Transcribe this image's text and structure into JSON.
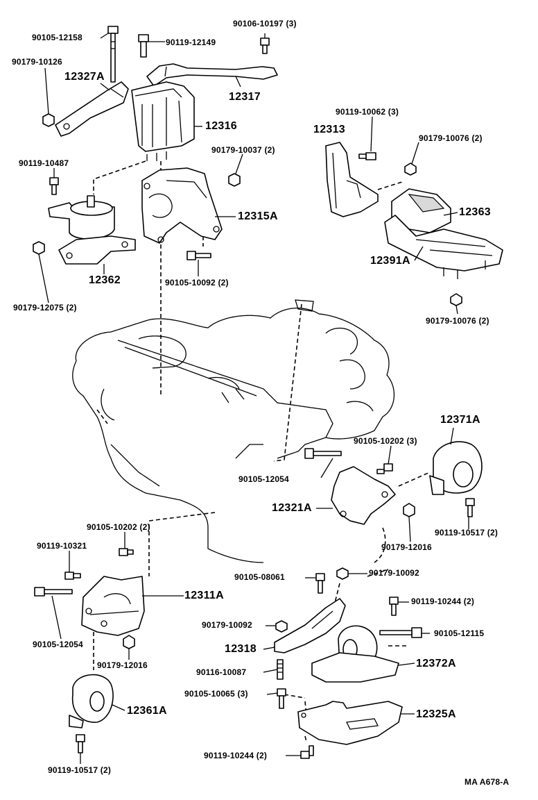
{
  "diagram": {
    "reference_code": "MA A678-A",
    "labels": [
      {
        "id": "l1",
        "text": "90105-12158",
        "size": "sm"
      },
      {
        "id": "l2",
        "text": "90119-12149",
        "size": "sm"
      },
      {
        "id": "l3",
        "text": "90106-10197 (3)",
        "size": "sm"
      },
      {
        "id": "l4",
        "text": "90179-10126",
        "size": "sm"
      },
      {
        "id": "l5",
        "text": "12327A",
        "size": "lg"
      },
      {
        "id": "l6",
        "text": "12317",
        "size": "lg"
      },
      {
        "id": "l7",
        "text": "12316",
        "size": "lg"
      },
      {
        "id": "l8",
        "text": "90119-10062 (3)",
        "size": "sm"
      },
      {
        "id": "l9",
        "text": "12313",
        "size": "lg"
      },
      {
        "id": "l10",
        "text": "90179-10076 (2)",
        "size": "sm"
      },
      {
        "id": "l11",
        "text": "90179-10037 (2)",
        "size": "sm"
      },
      {
        "id": "l12",
        "text": "90119-10487",
        "size": "sm"
      },
      {
        "id": "l13",
        "text": "12363",
        "size": "lg"
      },
      {
        "id": "l14",
        "text": "12315A",
        "size": "lg"
      },
      {
        "id": "l15",
        "text": "12391A",
        "size": "lg"
      },
      {
        "id": "l16",
        "text": "12362",
        "size": "lg"
      },
      {
        "id": "l17",
        "text": "90105-10092 (2)",
        "size": "sm"
      },
      {
        "id": "l18",
        "text": "90179-12075 (2)",
        "size": "sm"
      },
      {
        "id": "l19",
        "text": "90179-10076 (2)",
        "size": "sm"
      },
      {
        "id": "l20",
        "text": "12371A",
        "size": "lg"
      },
      {
        "id": "l21",
        "text": "90105-10202 (3)",
        "size": "sm"
      },
      {
        "id": "l22",
        "text": "90105-12054",
        "size": "sm"
      },
      {
        "id": "l23",
        "text": "12321A",
        "size": "lg"
      },
      {
        "id": "l24",
        "text": "90119-10517 (2)",
        "size": "sm"
      },
      {
        "id": "l25",
        "text": "90105-10202 (2)",
        "size": "sm"
      },
      {
        "id": "l26",
        "text": "90179-12016",
        "size": "sm"
      },
      {
        "id": "l27",
        "text": "90119-10321",
        "size": "sm"
      },
      {
        "id": "l28",
        "text": "90105-08061",
        "size": "sm"
      },
      {
        "id": "l29",
        "text": "90179-10092",
        "size": "sm"
      },
      {
        "id": "l30",
        "text": "12311A",
        "size": "lg"
      },
      {
        "id": "l31",
        "text": "90119-10244 (2)",
        "size": "sm"
      },
      {
        "id": "l32",
        "text": "90179-10092",
        "size": "sm"
      },
      {
        "id": "l33",
        "text": "90105-12115",
        "size": "sm"
      },
      {
        "id": "l34",
        "text": "90105-12054",
        "size": "sm"
      },
      {
        "id": "l35",
        "text": "12318",
        "size": "lg"
      },
      {
        "id": "l36",
        "text": "90179-12016",
        "size": "sm"
      },
      {
        "id": "l37",
        "text": "90116-10087",
        "size": "sm"
      },
      {
        "id": "l38",
        "text": "12372A",
        "size": "lg"
      },
      {
        "id": "l39",
        "text": "90105-10065 (3)",
        "size": "sm"
      },
      {
        "id": "l40",
        "text": "12361A",
        "size": "lg"
      },
      {
        "id": "l41",
        "text": "12325A",
        "size": "lg"
      },
      {
        "id": "l42",
        "text": "90119-10244 (2)",
        "size": "sm"
      },
      {
        "id": "l43",
        "text": "90119-10517 (2)",
        "size": "sm"
      }
    ]
  }
}
